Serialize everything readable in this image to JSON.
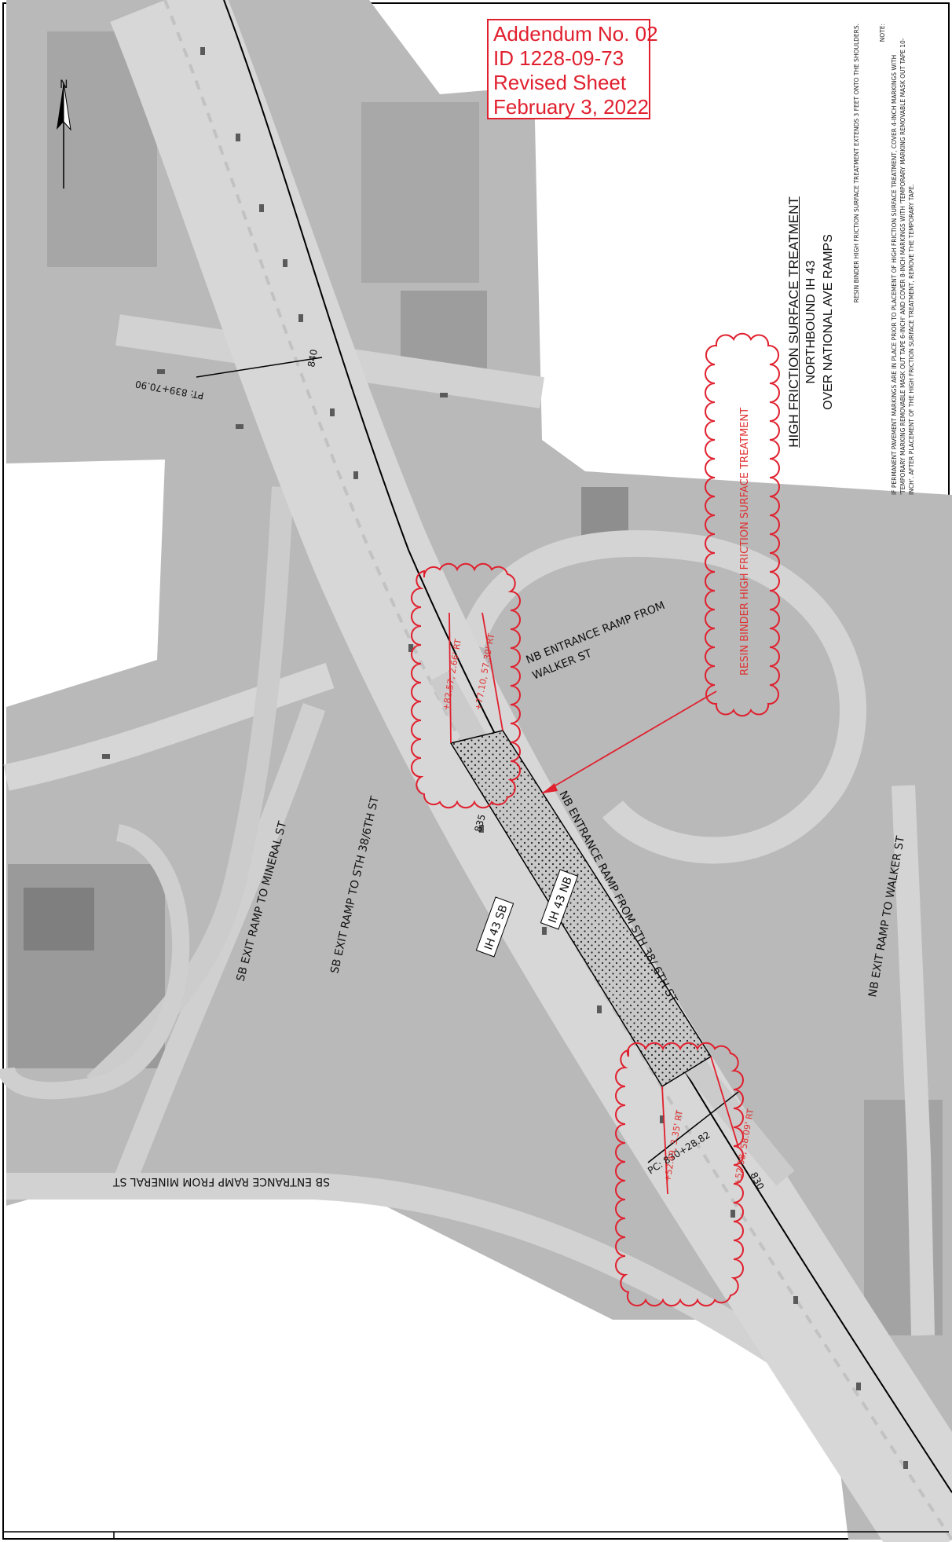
{
  "addendum": {
    "line1": "Addendum No. 02",
    "line2": "ID 1228-09-73",
    "line3": "Revised Sheet",
    "line4": "February 3, 2022"
  },
  "north_arrow": {
    "label": "N"
  },
  "title": {
    "line1": "HIGH FRICTION SURFACE TREATMENT",
    "line2": "NORTHBOUND IH 43",
    "line3": "OVER NATIONAL AVE RAMPS"
  },
  "notes": {
    "resin_note": "RESIN BINDER HIGH FRICTION SURFACE TREATMENT EXTENDS 3 FEET ONTO THE SHOULDERS.",
    "note_heading": "NOTE:",
    "note_body": "IF PERMANENT PAVEMENT MARKINGS ARE IN PLACE PRIOR TO PLACEMENT OF HIGH FRICTION SURFACE TREATMENT, COVER 4-INCH MARKINGS WITH 'TEMPORARY MARKING REMOVABLE MASK OUT TAPE 6-INCH' AND COVER 8-INCH MARKINGS WITH 'TEMPORARY MARKING REMOVABLE MASK OUT TAPE 10-INCH'. AFTER PLACEMENT OF THE HIGH FRICTION SURFACE TREATMENT, REMOVE THE TEMPORARY TAPE."
  },
  "map_labels": {
    "pt_station": "PT: 839+70.90",
    "pc_station": "PC: 830+28.82",
    "station_840": "840",
    "station_835": "835",
    "station_830": "830",
    "nb_entrance_walker_1": "NB ENTRANCE RAMP FROM",
    "nb_entrance_walker_2": "WALKER ST",
    "sb_exit_mineral": "SB EXIT RAMP TO MINERAL ST",
    "sb_exit_sth": "SB EXIT RAMP TO STH 38/6TH ST",
    "nb_entrance_sth": "NB ENTRANCE RAMP FROM STH 38/ 6TH ST",
    "nb_exit_walker": "NB EXIT RAMP TO WALKER ST",
    "sb_entrance_mineral": "SB ENTRANCE RAMP FROM MINERAL ST",
    "ih43_sb": "IH 43 SB",
    "ih43_nb": "IH 43 NB",
    "resin_callout": "RESIN BINDER HIGH FRICTION SURFACE TREATMENT",
    "offset_1": "+82.57, 2.66' RT",
    "offset_2": "+77.10, 57.39' RT",
    "offset_3": "+52.49, 3.35' RT",
    "offset_4": "+52.08, 58.09' RT"
  },
  "colors": {
    "markup_red": "#e0202e",
    "aerial_gray": "#b9b9b9",
    "road_gray": "#d0d0d0"
  }
}
